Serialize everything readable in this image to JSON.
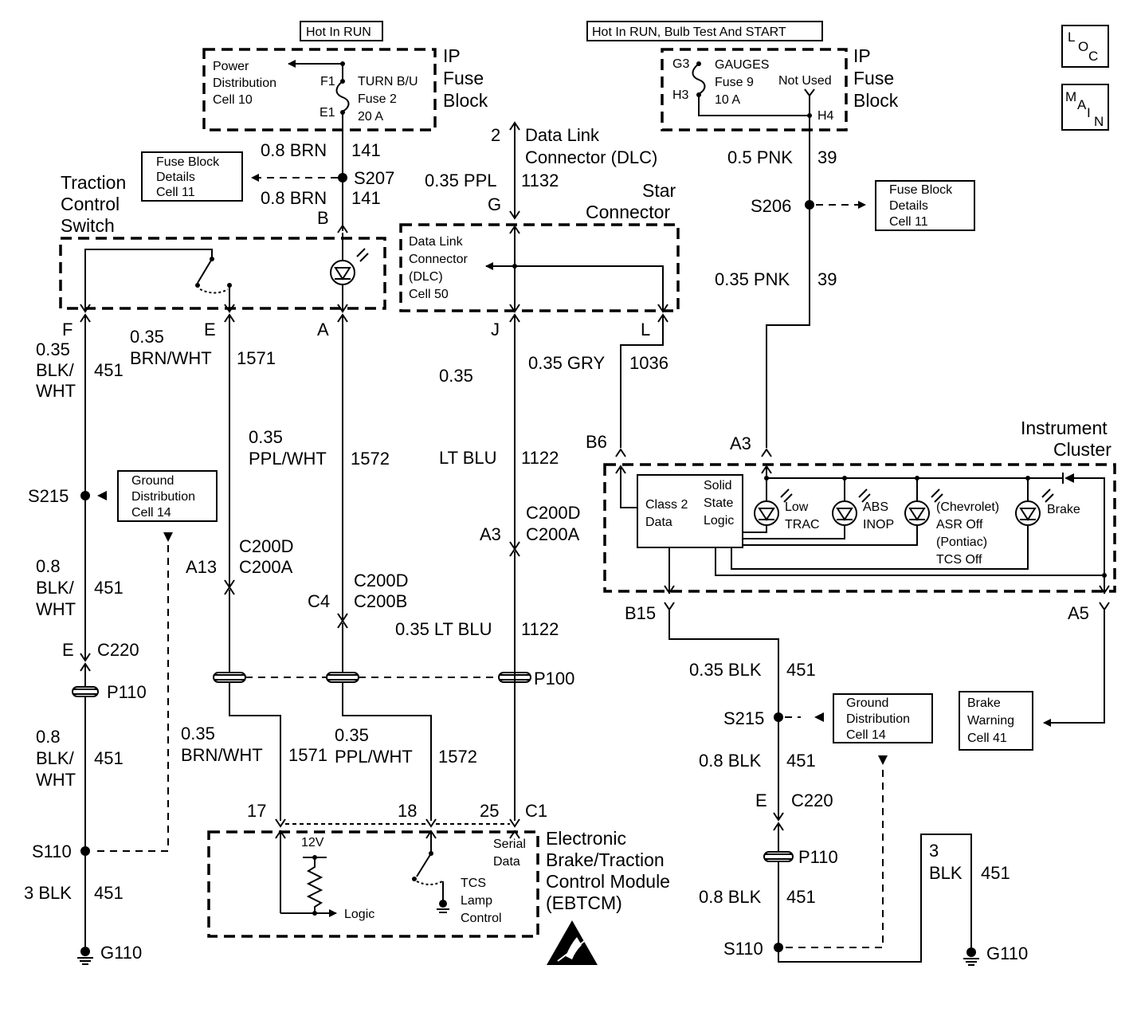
{
  "hot_run": "Hot In RUN",
  "hot_run_bulb": "Hot In RUN, Bulb Test And START",
  "loc_icon": [
    "L",
    "O",
    "C"
  ],
  "main_icon": [
    "M",
    "A",
    "I",
    "N"
  ],
  "ip_fuse_block": [
    "IP",
    "Fuse",
    "Block"
  ],
  "fuse2": {
    "pd_lines": [
      "Power",
      "Distribution",
      "Cell 10"
    ],
    "pin_top": "F1",
    "pin_bot": "E1",
    "lines": [
      "TURN B/U",
      "Fuse 2",
      "20 A"
    ]
  },
  "fuse9": {
    "pin_top": "G3",
    "pin_bot": "H3",
    "pin_out": "H4",
    "lines": [
      "GAUGES",
      "Fuse 9",
      "10 A"
    ],
    "not_used": "Not Used"
  },
  "dlc": {
    "pin": "2",
    "lines": [
      "Data Link",
      "Connector (DLC)"
    ],
    "wire": "0.35 PPL",
    "circuit": "1132",
    "pin_g": "G"
  },
  "star": {
    "lines": [
      "Star",
      "Connector"
    ],
    "inner": [
      "Data Link",
      "Connector",
      "(DLC)",
      "Cell 50"
    ],
    "pin_j": "J",
    "pin_l": "L"
  },
  "tcs_switch": {
    "lines": [
      "Traction",
      "Control",
      "Switch"
    ],
    "pin_b": "B",
    "pin_a": "A",
    "pin_e": "E",
    "pin_f": "F"
  },
  "s207": {
    "name": "S207",
    "wire1": "0.8 BRN",
    "c1": "141",
    "wire2": "0.8 BRN",
    "c2": "141",
    "ref": [
      "Fuse Block",
      "Details",
      "Cell 11"
    ]
  },
  "s206": {
    "name": "S206",
    "wire1": "0.5 PNK",
    "c1": "39",
    "wire2": "0.35 PNK",
    "c2": "39",
    "ref": [
      "Fuse Block",
      "Details",
      "Cell 11"
    ]
  },
  "w451_left": {
    "gauge": "0.35",
    "color": [
      "BLK/",
      "WHT"
    ],
    "circuit": "451"
  },
  "w1571": {
    "gauge": "0.35",
    "color": "BRN/WHT",
    "circuit": "1571"
  },
  "w1572": {
    "gauge": "0.35",
    "color": "PPL/WHT",
    "circuit": "1572"
  },
  "w1122": {
    "gauge": "0.35",
    "color": "LT BLU",
    "circuit": "1122"
  },
  "w1036": {
    "wire": "0.35 GRY",
    "circuit": "1036"
  },
  "s215_left": {
    "name": "S215",
    "ref": [
      "Ground",
      "Distribution",
      "Cell 14"
    ]
  },
  "w451_left2": {
    "gauge": "0.8",
    "color": [
      "BLK/",
      "WHT"
    ],
    "circuit": "451"
  },
  "c220_left": {
    "pin": "E",
    "name": "C220"
  },
  "p110_left": "P110",
  "w451_left3": {
    "gauge": "0.8",
    "color": [
      "BLK/",
      "WHT"
    ],
    "circuit": "451"
  },
  "s110_left": "S110",
  "w451_left4": {
    "wire": "3 BLK",
    "circuit": "451"
  },
  "g110_left": "G110",
  "c200_a13": {
    "pin": "A13",
    "lines": [
      "C200D",
      "C200A"
    ]
  },
  "c200_c4": {
    "pin": "C4",
    "lines": [
      "C200D",
      "C200B"
    ]
  },
  "c200_a3": {
    "pin": "A3",
    "lines": [
      "C200D",
      "C200A"
    ]
  },
  "w1122_lower": {
    "wire": "0.35 LT BLU",
    "circuit": "1122"
  },
  "p100": "P100",
  "w1571_lower": {
    "gauge": "0.35",
    "color": "BRN/WHT",
    "circuit": "1571"
  },
  "w1572_lower": {
    "gauge": "0.35",
    "color": "PPL/WHT",
    "circuit": "1572"
  },
  "ebtcm": {
    "pins": [
      "17",
      "18",
      "25",
      "C1"
    ],
    "v12": "12V",
    "logic": "Logic",
    "serial": [
      "Serial",
      "Data"
    ],
    "tcs": [
      "TCS",
      "Lamp",
      "Control"
    ],
    "title": [
      "Electronic",
      "Brake/Traction",
      "Control Module",
      "(EBTCM)"
    ]
  },
  "cluster": {
    "title": [
      "Instrument",
      "Cluster"
    ],
    "pin_b6": "B6",
    "pin_a3": "A3",
    "pin_b15": "B15",
    "pin_a5": "A5",
    "class2": [
      "Class 2",
      "Data"
    ],
    "ssl": [
      "Solid",
      "State",
      "Logic"
    ],
    "low_trac": [
      "Low",
      "TRAC"
    ],
    "abs": [
      "ABS",
      "INOP"
    ],
    "asr": [
      "(Chevrolet)",
      "ASR Off",
      "(Pontiac)",
      "TCS Off"
    ],
    "brake": "Brake"
  },
  "w451_right": {
    "wire": "0.35 BLK",
    "circuit": "451"
  },
  "s215_right": {
    "name": "S215",
    "ref": [
      "Ground",
      "Distribution",
      "Cell 14"
    ]
  },
  "w451_right2": {
    "wire": "0.8 BLK",
    "circuit": "451"
  },
  "c220_right": {
    "pin": "E",
    "name": "C220"
  },
  "p110_right": "P110",
  "w451_right3": {
    "wire": "0.8 BLK",
    "circuit": "451"
  },
  "s110_right": "S110",
  "w451_right4": {
    "gauge": "3",
    "color": "BLK",
    "circuit": "451"
  },
  "g110_right": "G110",
  "brake_warning": [
    "Brake",
    "Warning",
    "Cell 41"
  ]
}
